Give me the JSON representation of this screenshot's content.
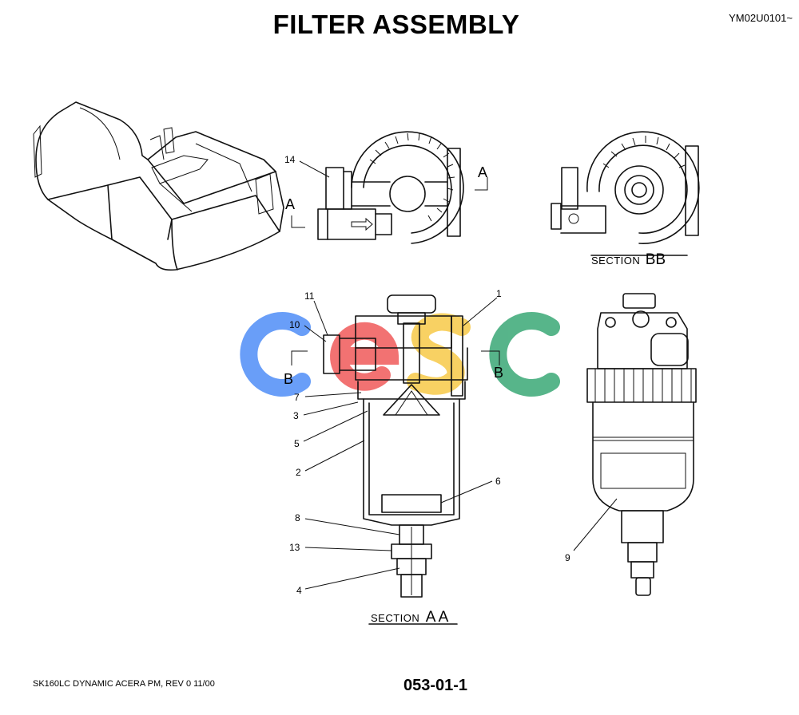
{
  "header": {
    "title": "FILTER ASSEMBLY",
    "serial": "YM02U0101~"
  },
  "footer": {
    "model": "SK160LC DYNAMIC ACERA PM,  REV 0 11/00",
    "page": "053-01-1"
  },
  "sections": {
    "aa_word": "SECTION",
    "aa_letters": "A A",
    "bb_word": "SECTION",
    "bb_letters": "BB"
  },
  "view_markers": {
    "a_left": "A",
    "a_right": "A",
    "b_left": "B",
    "b_right": "B"
  },
  "part_labels": {
    "p1": "1",
    "p2": "2",
    "p3": "3",
    "p4": "4",
    "p5": "5",
    "p6": "6",
    "p7": "7",
    "p8": "8",
    "p9": "9",
    "p10": "10",
    "p11": "11",
    "p13": "13",
    "p14": "14"
  },
  "watermark": {
    "letters": [
      "C",
      "S",
      "C"
    ],
    "colors": {
      "blue": "#4f8ef7",
      "red": "#f05a5a",
      "yellow": "#f7c948",
      "green": "#3aa876"
    }
  }
}
